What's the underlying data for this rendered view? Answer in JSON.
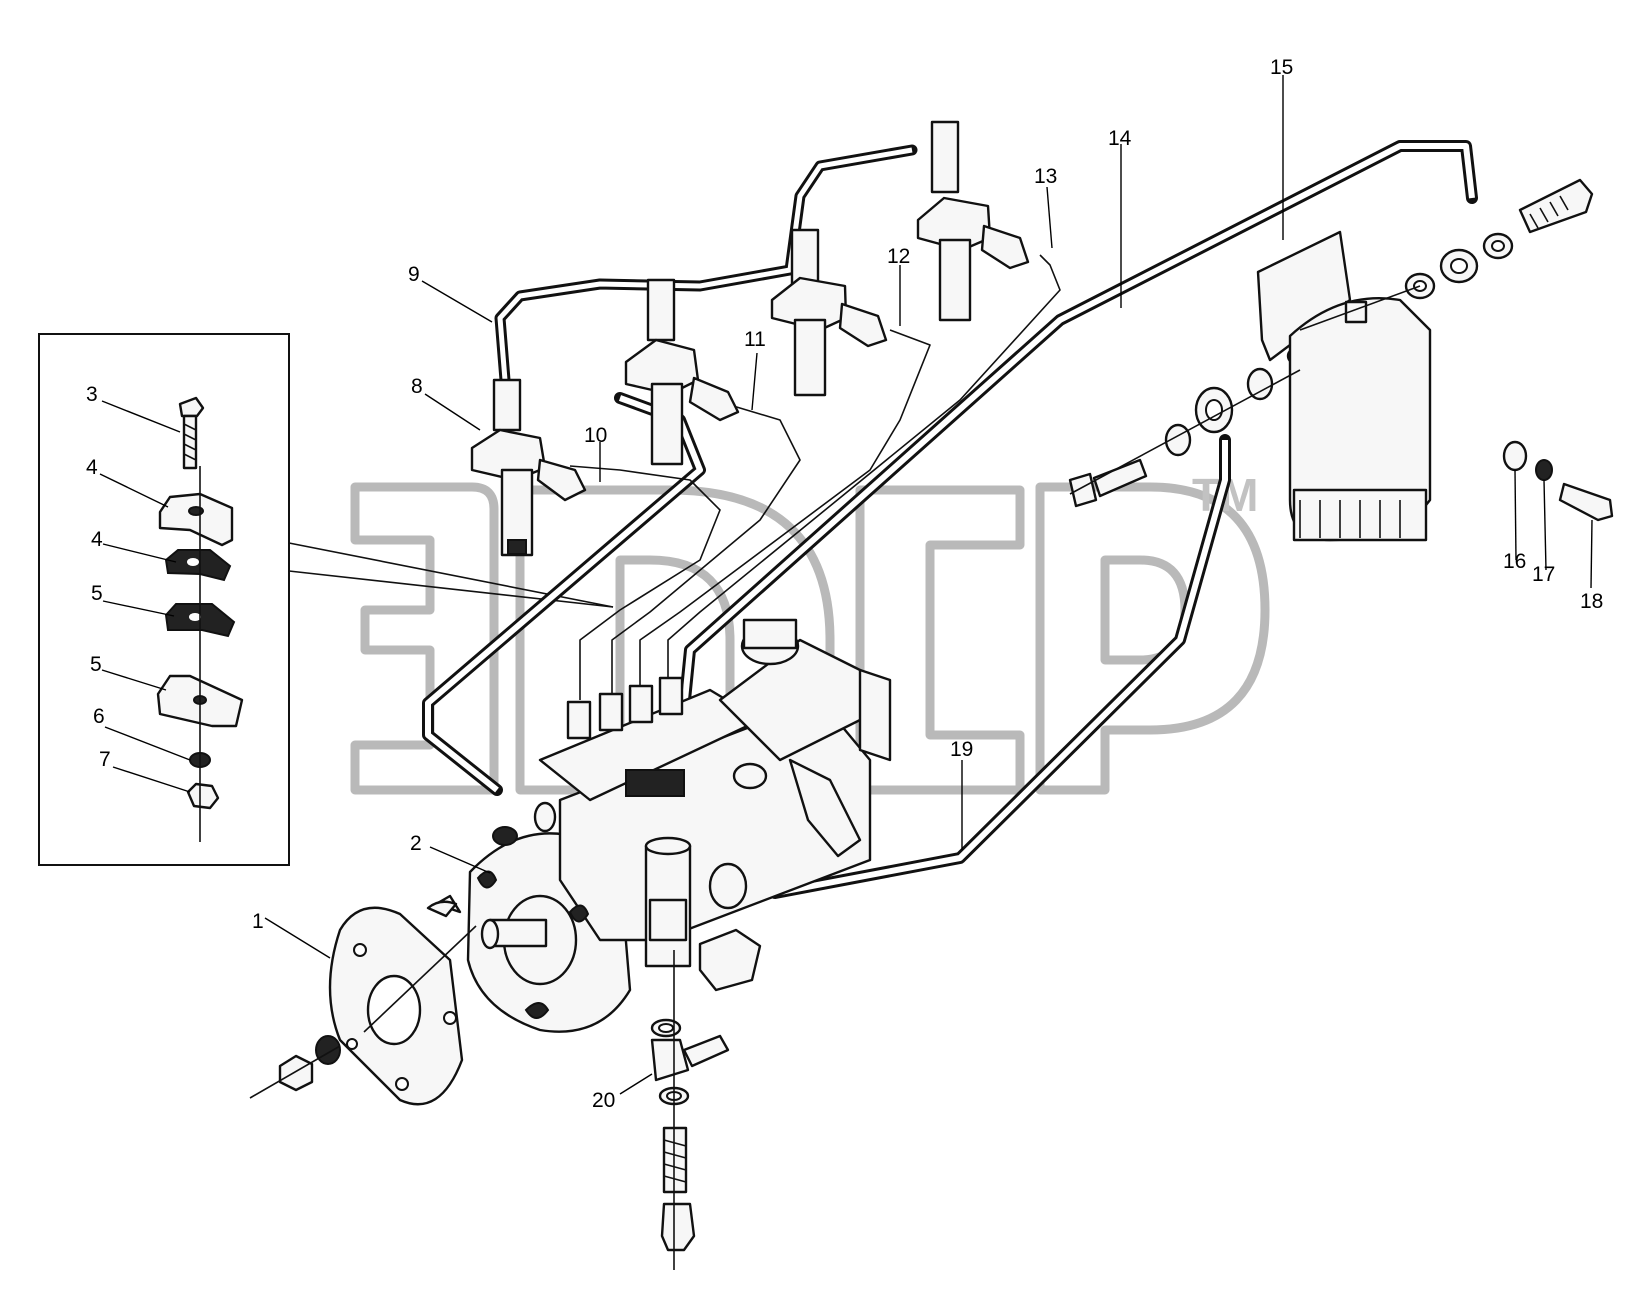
{
  "diagram": {
    "callouts": [
      {
        "id": "c1",
        "label": "1"
      },
      {
        "id": "c2",
        "label": "2"
      },
      {
        "id": "c3",
        "label": "3"
      },
      {
        "id": "c4a",
        "label": "4"
      },
      {
        "id": "c4b",
        "label": "4"
      },
      {
        "id": "c5a",
        "label": "5"
      },
      {
        "id": "c5b",
        "label": "5"
      },
      {
        "id": "c6",
        "label": "6"
      },
      {
        "id": "c7",
        "label": "7"
      },
      {
        "id": "c8",
        "label": "8"
      },
      {
        "id": "c9",
        "label": "9"
      },
      {
        "id": "c10",
        "label": "10"
      },
      {
        "id": "c11",
        "label": "11"
      },
      {
        "id": "c12",
        "label": "12"
      },
      {
        "id": "c13",
        "label": "13"
      },
      {
        "id": "c14",
        "label": "14"
      },
      {
        "id": "c15",
        "label": "15"
      },
      {
        "id": "c16",
        "label": "16"
      },
      {
        "id": "c17",
        "label": "17"
      },
      {
        "id": "c18",
        "label": "18"
      },
      {
        "id": "c19",
        "label": "19"
      },
      {
        "id": "c20",
        "label": "20"
      }
    ]
  },
  "watermark": {
    "trademark": "TM",
    "icon": "brand-logo-outline"
  }
}
